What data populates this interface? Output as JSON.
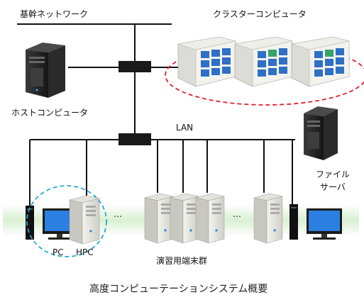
{
  "labels": {
    "backbone": "基幹ネットワーク",
    "cluster": "クラスターコンピュータ",
    "host": "ホストコンピュータ",
    "lan": "LAN",
    "file_server_line1": "ファイル",
    "file_server_line2": "サーバ",
    "pc": "PC",
    "hpc": "HPC",
    "terminals": "演習用端末群",
    "ellipsis_1": "…",
    "ellipsis_2": "…"
  },
  "caption": "高度コンピューテーションシステム概要",
  "colors": {
    "line": "#111111",
    "switch": "#1a1a1a",
    "cluster_outline": "#e0202a",
    "hpc_group_outline": "#2aa6d8",
    "floor_band": "#dff3dc",
    "monitor_screen": "#2a7fe0"
  }
}
